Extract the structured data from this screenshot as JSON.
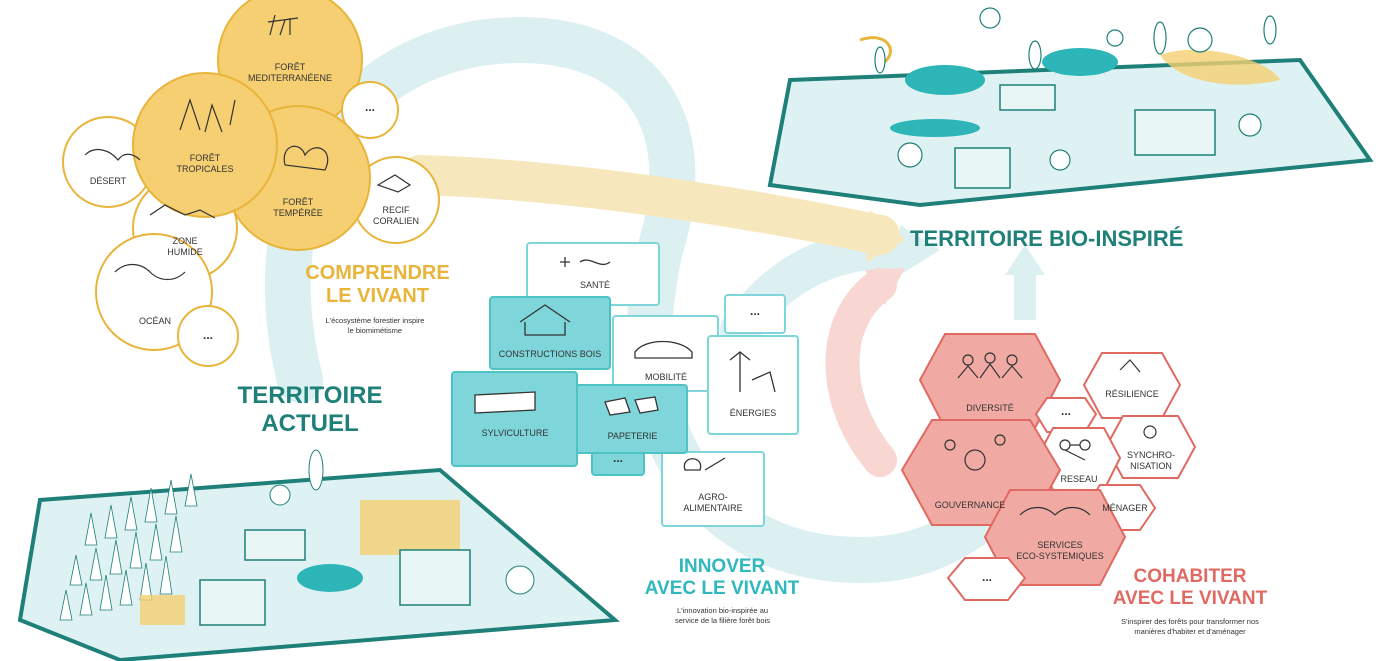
{
  "colors": {
    "teal": "#1e8078",
    "teal_fill": "#7fd6da",
    "teal_light": "#dff2f3",
    "yellow": "#e8b43a",
    "yellow_fill": "#f5cf72",
    "coral": "#e06a62",
    "coral_fill": "#f0aaa3",
    "arrow_blue": "#d7eef0",
    "arrow_yellow": "#f7e7bc",
    "arrow_pink": "#f8d7d3"
  },
  "titles": {
    "territoire_bio_inspire": "TERRITOIRE BIO-INSPIRÉ",
    "territoire_actuel_l1": "TERRITOIRE",
    "territoire_actuel_l2": "ACTUEL"
  },
  "comprendre": {
    "title_l1": "COMPRENDRE",
    "title_l2": "LE VIVANT",
    "subtitle_l1": "L'écosystème forestier inspire",
    "subtitle_l2": "le biomimétisme",
    "bubbles": {
      "foret_med_l1": "FORÊT",
      "foret_med_l2": "MEDITERRANÉENE",
      "dots_top": "...",
      "desert": "DÉSERT",
      "foret_trop_l1": "FORÊT",
      "foret_trop_l2": "TROPICALES",
      "foret_temp_l1": "FORÊT",
      "foret_temp_l2": "TEMPÉRÉE",
      "recif_l1": "RECIF",
      "recif_l2": "CORALIEN",
      "zone_l1": "ZONE",
      "zone_l2": "HUMIDE",
      "ocean": "OCÉAN",
      "dots_bottom": "..."
    }
  },
  "innover": {
    "title_l1": "INNOVER",
    "title_l2": "AVEC LE VIVANT",
    "subtitle_l1": "L'innovation bio-inspirée au",
    "subtitle_l2": "service de la filière forêt bois",
    "cards": {
      "sante": "SANTÉ",
      "dots_top": "...",
      "constructions": "CONSTRUCTIONS BOIS",
      "mobilite": "MOBILITÉ",
      "energies": "ÉNERGIES",
      "sylviculture": "SYLVICULTURE",
      "papeterie": "PAPETERIE",
      "dots_bottom": "...",
      "agro_l1": "AGRO-",
      "agro_l2": "ALIMENTAIRE"
    }
  },
  "cohabiter": {
    "title_l1": "COHABITER",
    "title_l2": "AVEC LE VIVANT",
    "subtitle_l1": "S'inspirer des forêts pour transformer nos",
    "subtitle_l2": "manières d'habiter et d'aménager",
    "hexes": {
      "diversite": "DIVERSITÉ",
      "dots_mid": "...",
      "resilience": "RÉSILIENCE",
      "synchro_l1": "SYNCHRO-",
      "synchro_l2": "NISATION",
      "reseau": "RESEAU",
      "gouvernance": "GOUVERNANCE",
      "menager": "MÉNAGER",
      "services_l1": "SERVICES",
      "services_l2": "ECO-SYSTEMIQUES",
      "dots_bottom": "..."
    }
  }
}
